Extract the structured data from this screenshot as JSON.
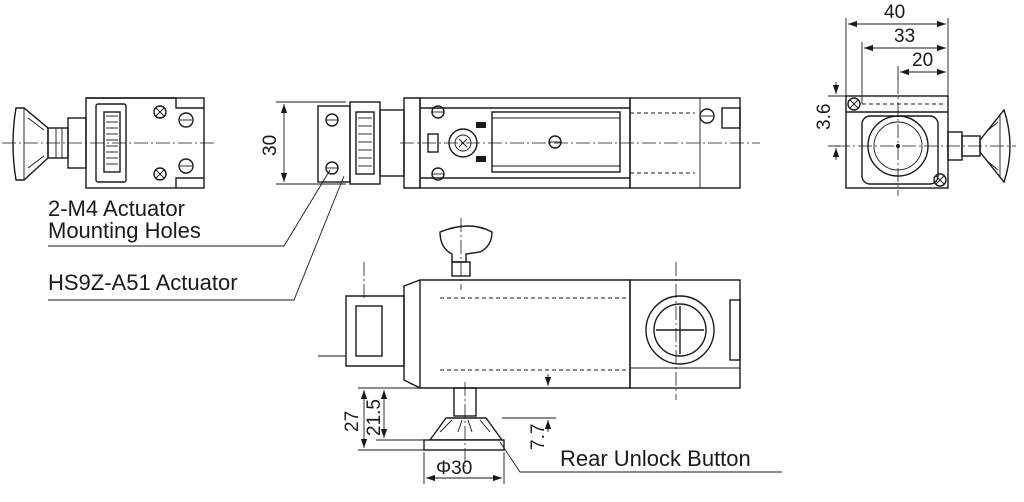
{
  "labels": {
    "mounting_holes_line1": "2-M4 Actuator",
    "mounting_holes_line2": "Mounting Holes",
    "actuator": "HS9Z-A51  Actuator",
    "rear_unlock": "Rear Unlock Button"
  },
  "dimensions": {
    "width_40": "40",
    "width_33": "33",
    "width_20": "20",
    "offset_3_6": "3.6",
    "height_30": "30",
    "depth_27": "27",
    "depth_21_5": "21.5",
    "depth_7_7": "7.7",
    "diameter_30": "Φ30"
  }
}
